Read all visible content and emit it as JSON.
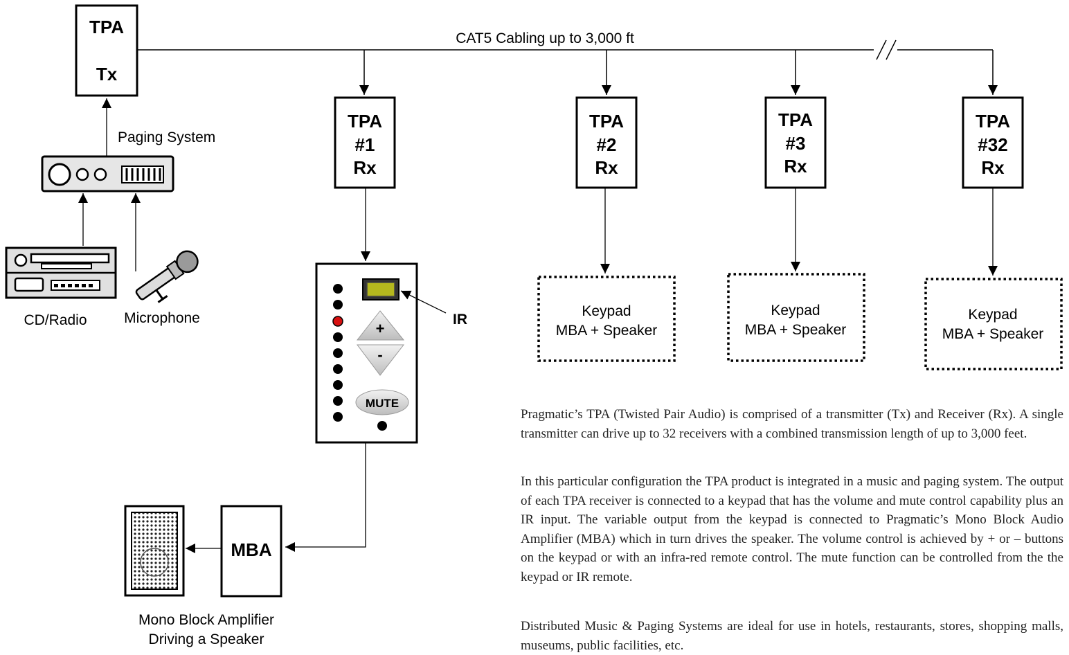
{
  "diagram": {
    "cabling_label": "CAT5 Cabling up to 3,000 ft",
    "transmitter": {
      "line1": "TPA",
      "line2": "Tx"
    },
    "paging_system_label": "Paging System",
    "cd_radio_label": "CD/Radio",
    "microphone_label": "Microphone",
    "receivers": [
      {
        "line1": "TPA",
        "line2": "#1",
        "line3": "Rx"
      },
      {
        "line1": "TPA",
        "line2": "#2",
        "line3": "Rx"
      },
      {
        "line1": "TPA",
        "line2": "#3",
        "line3": "Rx"
      },
      {
        "line1": "TPA",
        "line2": "#32",
        "line3": "Rx"
      }
    ],
    "keypads": [
      {
        "line1": "Keypad",
        "line2": "MBA + Speaker"
      },
      {
        "line1": "Keypad",
        "line2": "MBA + Speaker"
      },
      {
        "line1": "Keypad",
        "line2": "MBA + Speaker"
      }
    ],
    "keypad_device": {
      "plus": "+",
      "minus": "-",
      "mute": "MUTE",
      "ir_label": "IR"
    },
    "mba_label": "MBA",
    "mono_block_caption": {
      "line1": "Mono Block Amplifier",
      "line2": "Driving a Speaker"
    }
  },
  "description": {
    "paragraphs": [
      "Pragmatic’s TPA (Twisted Pair Audio) is comprised of a transmitter (Tx) and Receiver (Rx). A single transmitter can drive up to 32 receivers with a combined transmission length of up to 3,000 feet.",
      "In this particular configuration the TPA product is integrated in a music and paging system. The output of each TPA receiver is connected to a keypad that has the volume and mute control capability plus an IR input. The variable output from the keypad is connected to Pragmatic’s Mono Block Audio Amplifier (MBA) which in turn drives the speaker.  The volume control is achieved by + or – buttons on the keypad or with an infra-red remote control.  The mute function can be controlled from the the keypad or IR remote.",
      "Distributed Music & Paging Systems are ideal for use in hotels, restaurants, stores, shopping malls, museums, public facilities, etc."
    ]
  }
}
